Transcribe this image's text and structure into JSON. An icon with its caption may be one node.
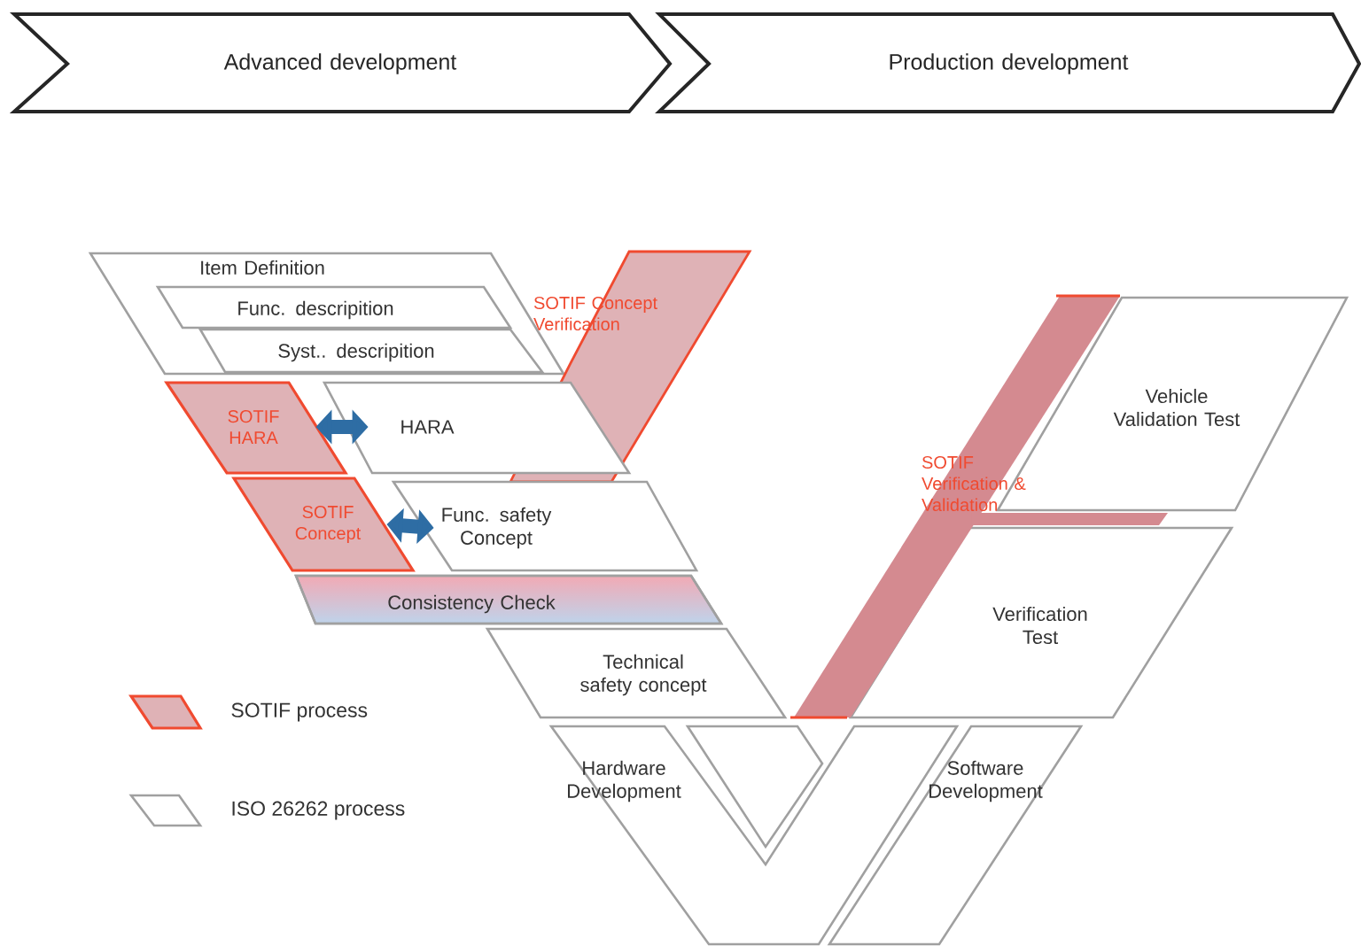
{
  "diagram": {
    "nodes": [
      {
        "text": [
          "Advanced development"
        ]
      },
      {
        "text": [
          "Production development"
        ]
      },
      {
        "text": [
          "Item Definition"
        ]
      },
      {
        "text": [
          "Func. descripition"
        ],
        "in": 2
      },
      {
        "text": [
          "Syst.. descripition"
        ],
        "in": 2
      },
      {
        "text": [
          "SOTIF Concept Verification"
        ]
      },
      {
        "text": [
          "Vehicle Validation Test"
        ]
      },
      {
        "text": [
          "SOTIF HARA"
        ]
      },
      {
        "text": [
          "HARA"
        ]
      },
      {
        "text": [
          "SOTIF Verification & Validation"
        ]
      },
      {
        "text": [
          "SOTIF Concept"
        ]
      },
      {
        "text": [
          "Func. safety Concept"
        ]
      },
      {
        "text": [
          "Consistency Check"
        ]
      },
      {
        "text": [
          "Verification Test"
        ]
      },
      {
        "text": [
          "Technical safety concept"
        ]
      },
      {
        "text": [
          "Hardware Development"
        ]
      },
      {
        "text": [],
        "shape": "parallelogram"
      },
      {
        "text": [
          "Software Development"
        ]
      }
    ],
    "edges": [
      {
        "from": 7,
        "to": 8,
        "arrow": "both"
      },
      {
        "from": 10,
        "to": 11,
        "arrow": "both"
      }
    ],
    "legend": [
      {
        "text": "SOTIF process"
      },
      {
        "text": "ISO 26262 process"
      }
    ]
  }
}
